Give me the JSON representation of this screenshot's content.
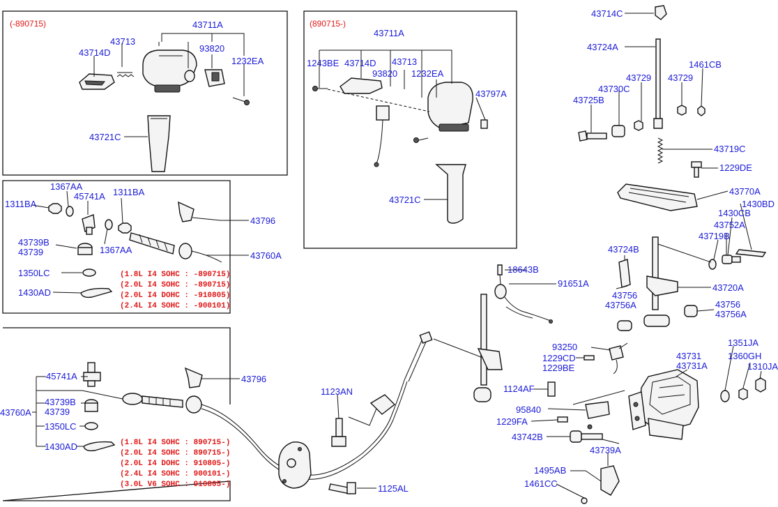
{
  "colors": {
    "label": "#1a1ad8",
    "note": "#e01818",
    "line": "#111111"
  },
  "panels": {
    "early_knob": {
      "title": "(-890715)"
    },
    "late_knob": {
      "title": "(890715-)"
    },
    "cable_notes_a": [
      "(1.8L  I4  SOHC : -890715)",
      "(2.0L  I4  SOHC : -890715)",
      "(2.0L  I4  DOHC : -910805)",
      "(2.4L  I4  SOHC : -900101)"
    ],
    "cable_notes_b": [
      "(1.8L  I4  SOHC : 890715-)",
      "(2.0L  I4  SOHC : 890715-)",
      "(2.0L  I4  DOHC : 910805-)",
      "(2.4L  I4  SOHC : 900101-)",
      "(3.0L  V6  SOHC : 910805-)"
    ]
  },
  "labels": {
    "p1_43711A": "43711A",
    "p1_43713": "43713",
    "p1_43714D": "43714D",
    "p1_93820": "93820",
    "p1_1232EA": "1232EA",
    "p1_43721C": "43721C",
    "p2_43711A": "43711A",
    "p2_1243BE": "1243BE",
    "p2_43714D": "43714D",
    "p2_43713": "43713",
    "p2_93820": "93820",
    "p2_1232EA": "1232EA",
    "p2_43797A": "43797A",
    "p2_43721C": "43721C",
    "a_1367AA_top": "1367AA",
    "a_1311BA_left": "1311BA",
    "a_45741A": "45741A",
    "a_1311BA_right": "1311BA",
    "a_43739B": "43739B",
    "a_43739": "43739",
    "a_1367AA_bot": "1367AA",
    "a_1350LC": "1350LC",
    "a_1430AD": "1430AD",
    "a_43796": "43796",
    "a_43760A": "43760A",
    "b_45741A": "45741A",
    "b_43739B": "43739B",
    "b_43739": "43739",
    "b_43760A": "43760A",
    "b_1350LC": "1350LC",
    "b_1430AD": "1430AD",
    "b_43796": "43796",
    "c_1123AN": "1123AN",
    "c_1125AL": "1125AL",
    "c_18643B": "18643B",
    "c_91651A": "91651A",
    "r_43714C": "43714C",
    "r_43724A": "43724A",
    "r_1461CB": "1461CB",
    "r_43729a": "43729",
    "r_43729b": "43729",
    "r_43730C": "43730C",
    "r_43725B": "43725B",
    "r_43719C": "43719C",
    "r_1229DE": "1229DE",
    "r_43770A": "43770A",
    "r_1430BD": "1430BD",
    "r_1430CB": "1430CB",
    "r_43752A": "43752A",
    "r_43719B": "43719B",
    "r_43724B": "43724B",
    "r_43756a": "43756",
    "r_43756Aa": "43756A",
    "r_43720A": "43720A",
    "r_43756b": "43756",
    "r_43756Ab": "43756A",
    "r_93250": "93250",
    "r_1229CD": "1229CD",
    "r_1229BE": "1229BE",
    "r_43731": "43731",
    "r_43731A": "43731A",
    "r_1351JA": "1351JA",
    "r_1360GH": "1360GH",
    "r_1310JA": "1310JA",
    "r_1124AF": "1124AF",
    "r_95840": "95840",
    "r_1229FA": "1229FA",
    "r_43742B": "43742B",
    "r_43739A": "43739A",
    "r_1495AB": "1495AB",
    "r_1461CC": "1461CC"
  }
}
